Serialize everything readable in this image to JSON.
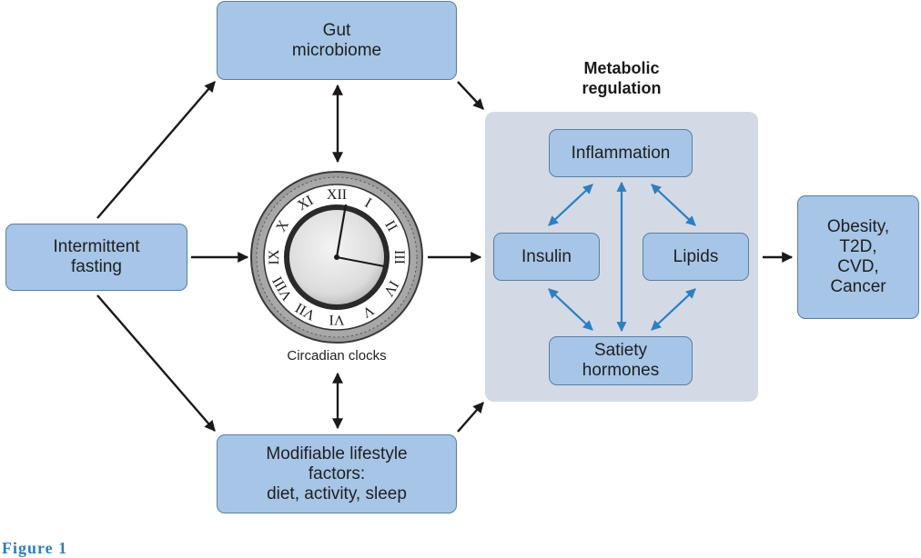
{
  "nodes": {
    "gut_microbiome": "Gut\nmicrobiome",
    "intermittent_fasting": "Intermittent\nfasting",
    "lifestyle": "Modifiable lifestyle\nfactors:\ndiet, activity, sleep",
    "inflammation": "Inflammation",
    "insulin": "Insulin",
    "lipids": "Lipids",
    "satiety": "Satiety\nhormones",
    "outcomes": "Obesity,\nT2D,\nCVD,\nCancer"
  },
  "metabolic_heading": "Metabolic\nregulation",
  "clock": {
    "caption": "Circadian clocks",
    "numerals": [
      "XII",
      "I",
      "II",
      "III",
      "IV",
      "V",
      "VI",
      "VII",
      "VIII",
      "IX",
      "X",
      "XI"
    ]
  },
  "figure_label": "Figure 1",
  "colors": {
    "box_fill": "#a6c5e7",
    "box_border": "#5a7f9f",
    "panel": "#d3dae6",
    "black_arrow": "#1a1a1a",
    "blue_arrow": "#2c7fc1"
  }
}
